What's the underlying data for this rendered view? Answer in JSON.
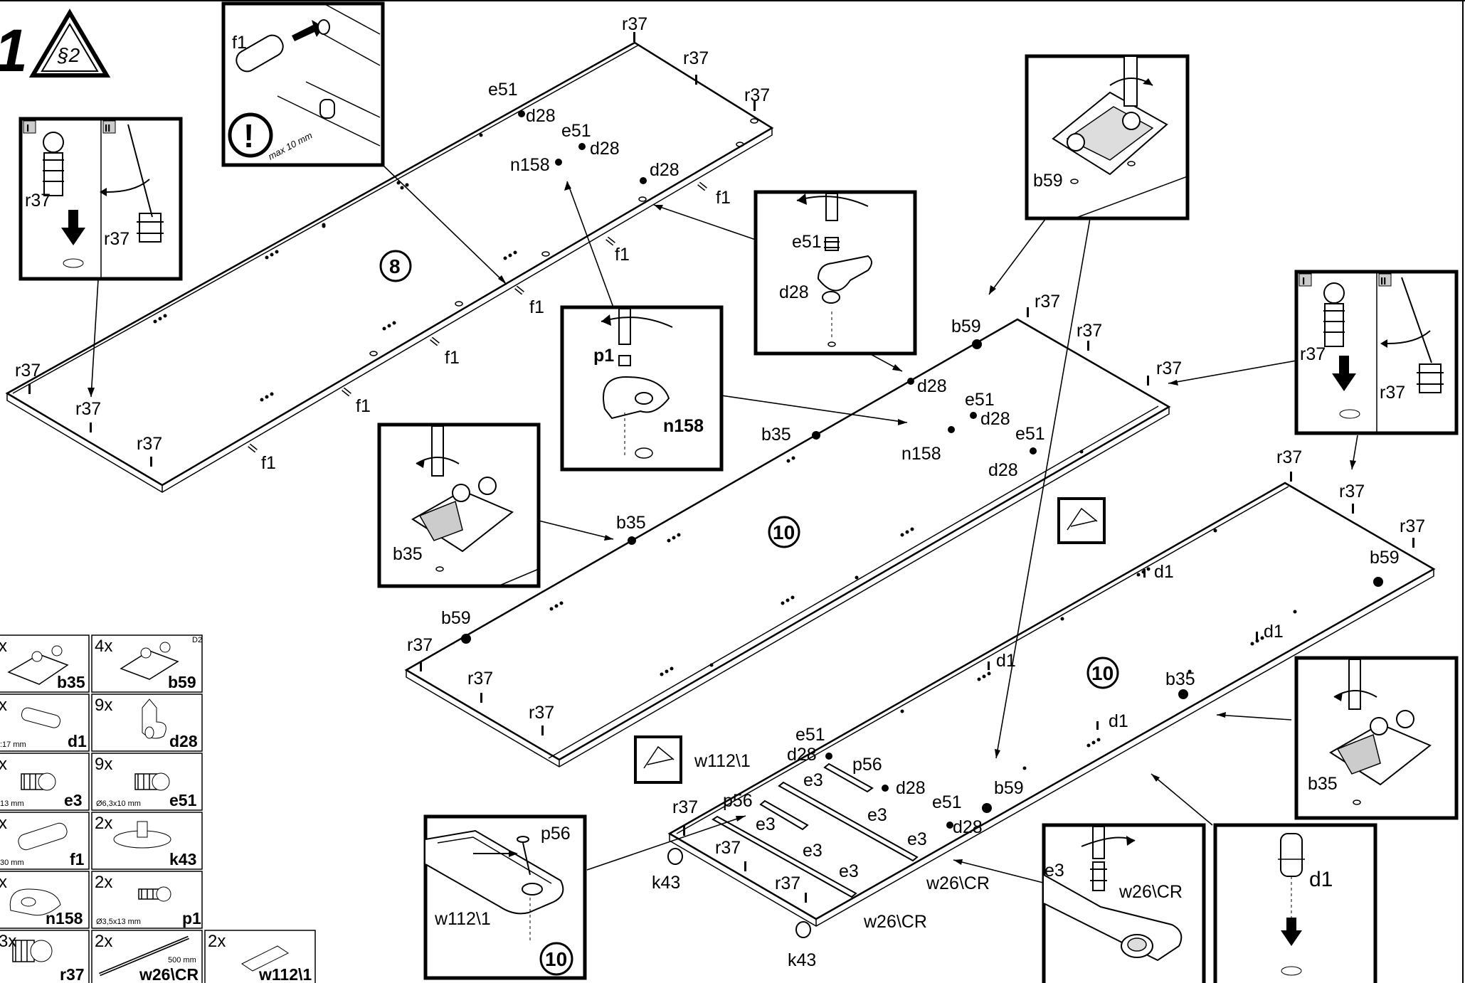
{
  "step": {
    "number": "1",
    "note_badge": "§2"
  },
  "board_markers": {
    "panel_8": "8",
    "panel_10_a": "10",
    "panel_10_b": "10",
    "detail_panel": "10"
  },
  "callouts": {
    "dowel_detail": {
      "part": "f1",
      "measure": "max 10 mm",
      "warning": "!"
    },
    "cam_screw_left": {
      "step_1": "I",
      "step_2": "II",
      "part_a": "r37",
      "part_b": "r37"
    },
    "cam_screw_right": {
      "step_1": "I",
      "step_2": "II",
      "part_a": "r37",
      "part_b": "r37"
    },
    "support_detail": {
      "screw": "e51",
      "bracket": "d28"
    },
    "clip_detail": {
      "screw": "p1",
      "clip": "n158"
    },
    "hinge_plate_top": {
      "part": "b59"
    },
    "hinge_plate_mid": {
      "part": "b35"
    },
    "hinge_plate_right": {
      "part": "b35"
    },
    "runner_detail": {
      "screw": "p56",
      "part": "w112\\1",
      "panel": "10"
    },
    "rail_detail": {
      "screw": "e3",
      "rail": "w26\\CR"
    },
    "dowel_insert": {
      "part": "d1"
    }
  },
  "labels": {
    "top_board": [
      "r37",
      "r37",
      "r37",
      "e51",
      "d28",
      "e51",
      "d28",
      "n158",
      "d28",
      "f1",
      "f1",
      "f1",
      "f1",
      "f1",
      "f1",
      "r37",
      "r37",
      "r37"
    ],
    "middle_board": [
      "b59",
      "r37",
      "r37",
      "r37",
      "d28",
      "e51",
      "d28",
      "n158",
      "e51",
      "d28",
      "b35",
      "b35",
      "b59",
      "r37",
      "r37",
      "r37"
    ],
    "bottom_board": [
      "r37",
      "r37",
      "r37",
      "b59",
      "d1",
      "d1",
      "d1",
      "d1",
      "b35",
      "e51",
      "d28",
      "p56",
      "w112\\1",
      "d28",
      "p56",
      "e3",
      "e3",
      "e3",
      "e3",
      "e3",
      "e3",
      "d28",
      "e51",
      "d28",
      "b59",
      "r37",
      "r37",
      "r37",
      "k43",
      "k43",
      "w26\\CR",
      "w26\\CR"
    ]
  },
  "parts": [
    {
      "qty": "x",
      "code": "b35",
      "size": ""
    },
    {
      "qty": "4x",
      "code": "b59",
      "size": "",
      "tag": "D2"
    },
    {
      "qty": "x",
      "code": "d1",
      "size": ":17 mm"
    },
    {
      "qty": "9x",
      "code": "d28",
      "size": ""
    },
    {
      "qty": "x",
      "code": "e3",
      "size": "13 mm"
    },
    {
      "qty": "9x",
      "code": "e51",
      "size": "Ø6,3x10 mm"
    },
    {
      "qty": "x",
      "code": "f1",
      "size": "30 mm"
    },
    {
      "qty": "2x",
      "code": "k43",
      "size": ""
    },
    {
      "qty": "x",
      "code": "n158",
      "size": ""
    },
    {
      "qty": "2x",
      "code": "p1",
      "size": "Ø3,5x13 mm"
    },
    {
      "qty": "3x",
      "code": "r37",
      "size": ""
    },
    {
      "qty": "2x",
      "code": "w26\\CR",
      "size": "500 mm"
    },
    {
      "qty": "2x",
      "code": "w112\\1",
      "size": ""
    }
  ]
}
